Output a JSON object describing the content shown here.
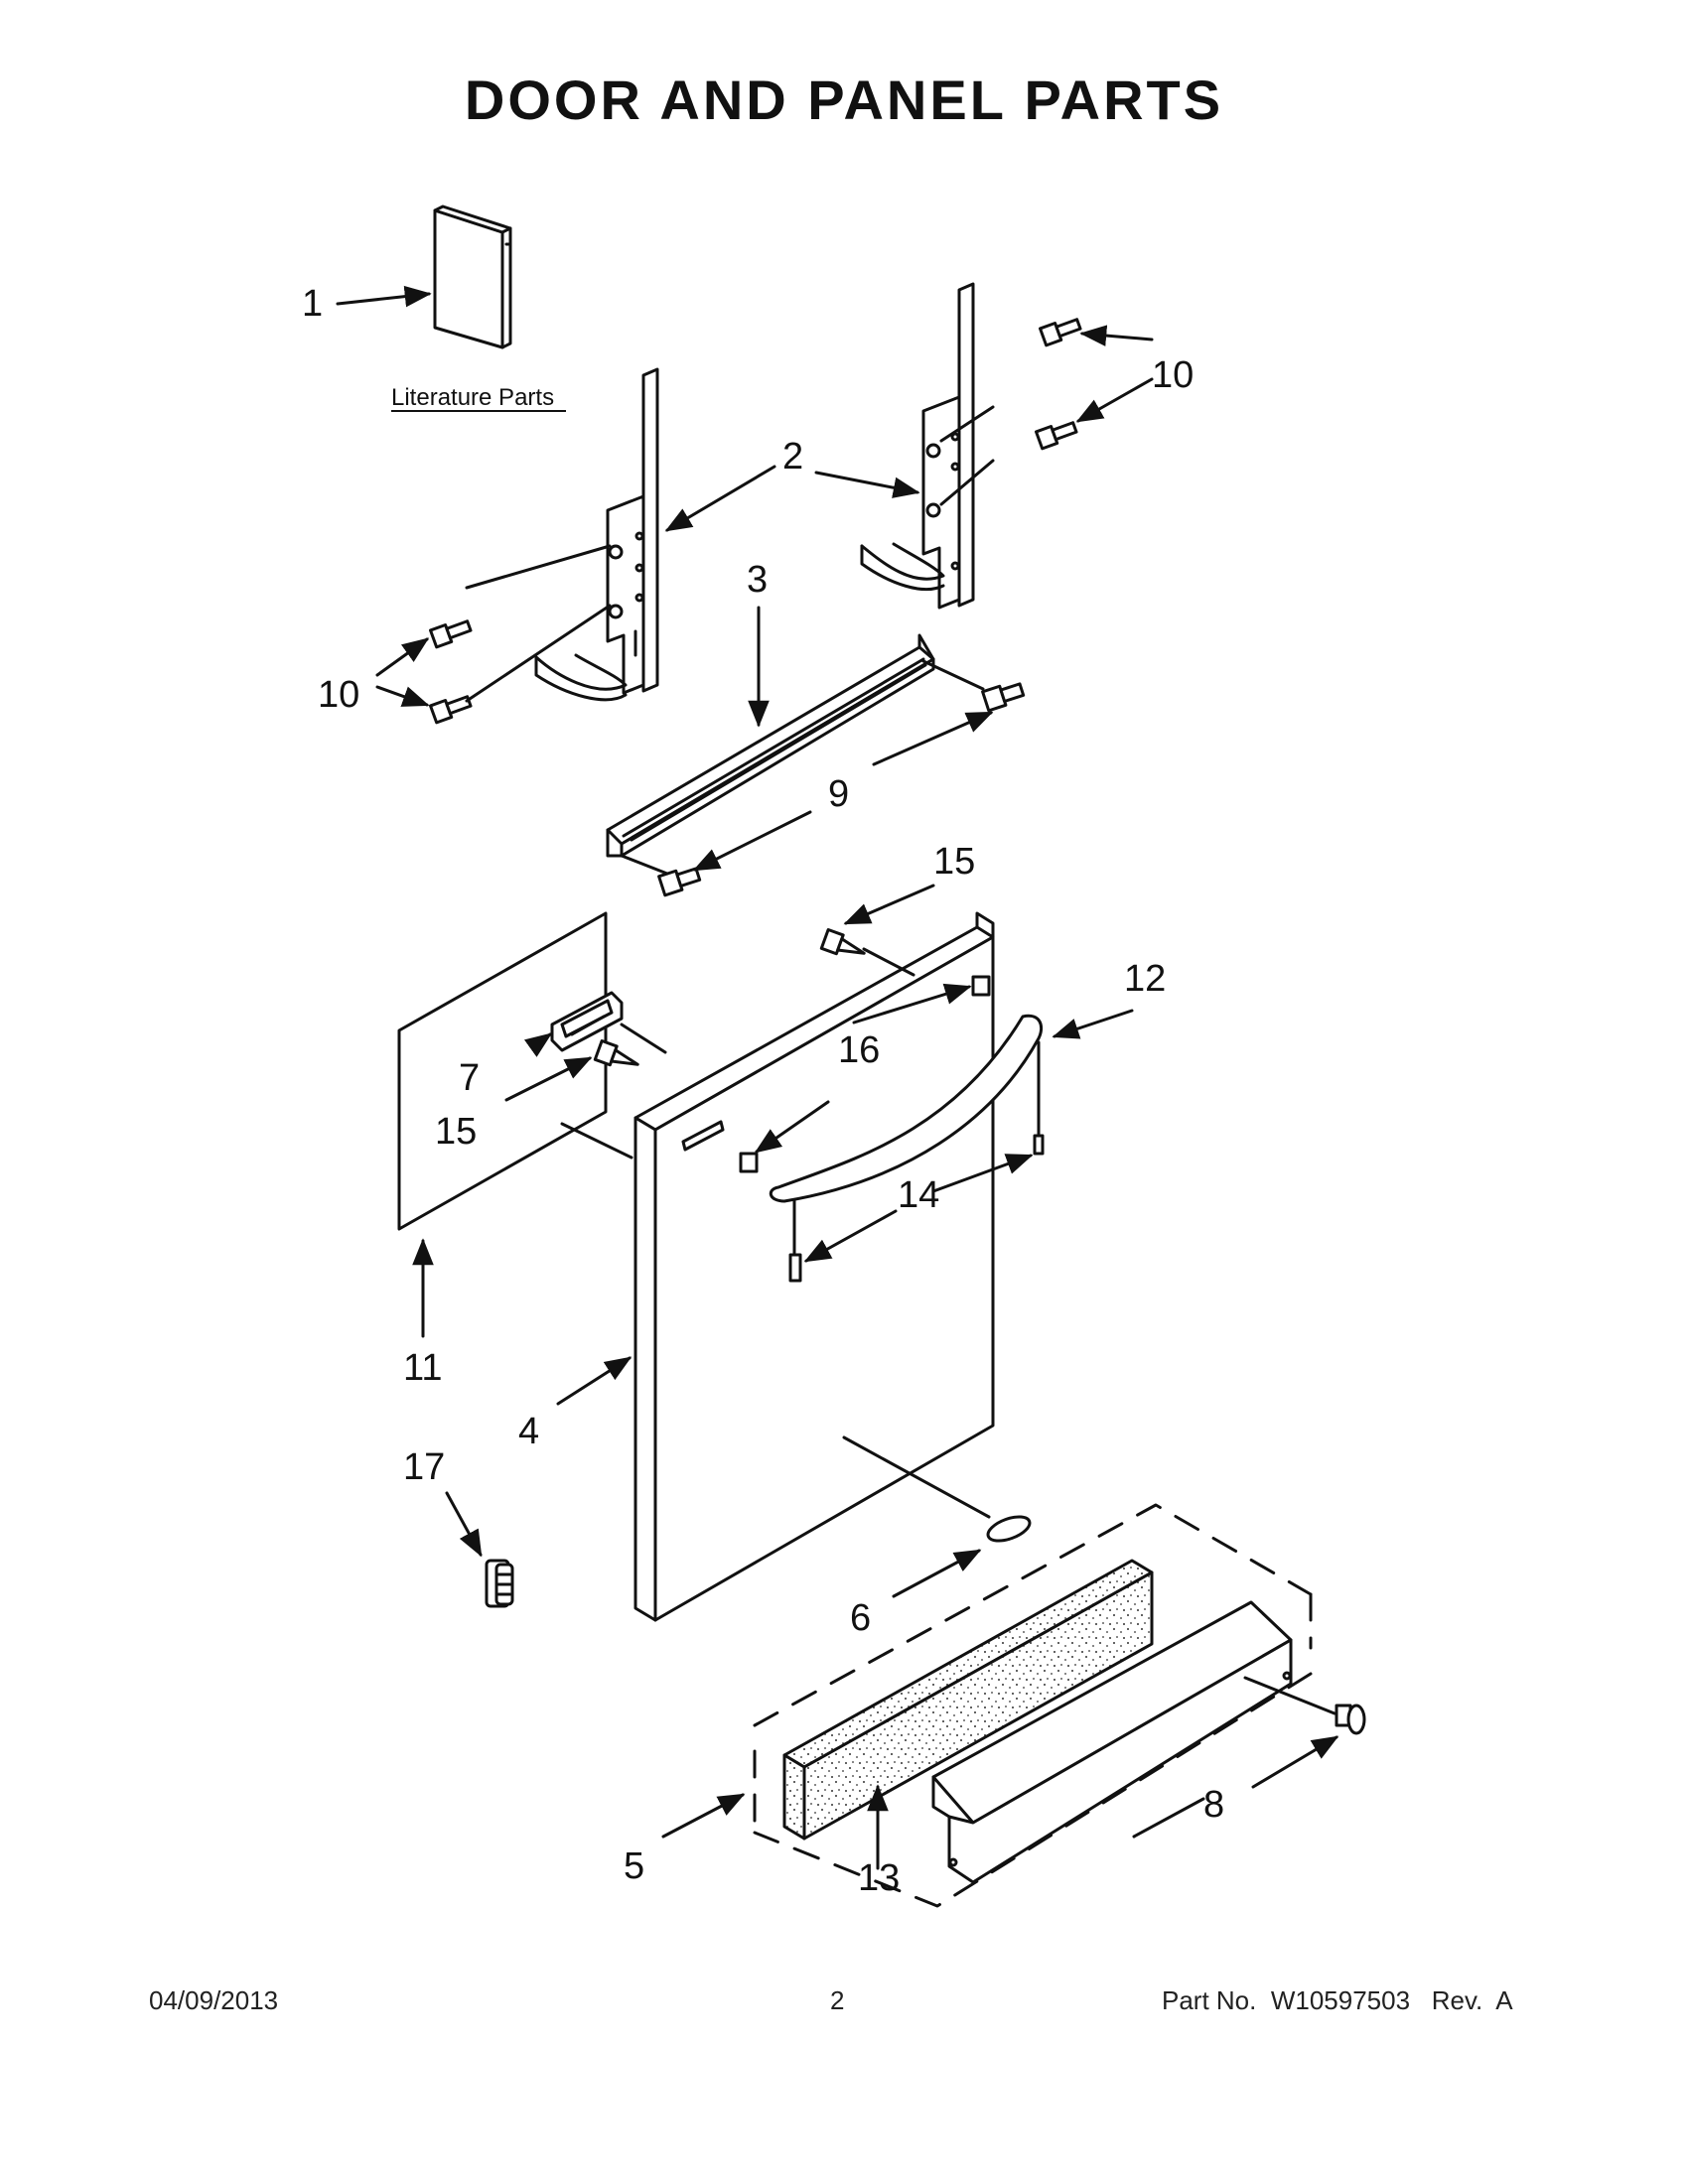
{
  "title": "DOOR AND PANEL PARTS",
  "literature_label": "Literature Parts",
  "callouts": {
    "c1": "1",
    "c2": "2",
    "c3": "3",
    "c4": "4",
    "c5": "5",
    "c6": "6",
    "c7": "7",
    "c8": "8",
    "c9": "9",
    "c10a": "10",
    "c10b": "10",
    "c11": "11",
    "c12": "12",
    "c13": "13",
    "c14": "14",
    "c15a": "15",
    "c15b": "15",
    "c16": "16",
    "c17": "17"
  },
  "footer": {
    "date": "04/09/2013",
    "page": "2",
    "part": "Part No.  W10597503   Rev.  A"
  }
}
